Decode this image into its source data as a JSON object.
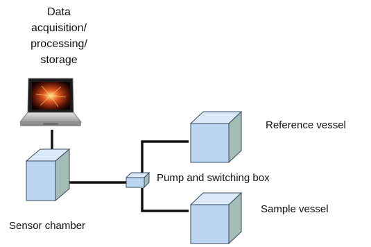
{
  "labels": {
    "data_lines": [
      "Data",
      "acquisition/",
      "processing/",
      "storage"
    ],
    "reference_vessel": "Reference vessel",
    "pump_box": "Pump and switching box",
    "sample_vessel": "Sample vessel",
    "sensor_chamber": "Sensor chamber"
  },
  "colors": {
    "box_front": "#bcd6f2",
    "box_top": "#dce9f8",
    "box_side": "#a3bcb5",
    "box_edge": "#34495e",
    "line": "#111111",
    "laptop_body": "#c9c9c9",
    "screen_glow": "#e0561d"
  },
  "icons": {
    "laptop": "laptop-icon"
  }
}
